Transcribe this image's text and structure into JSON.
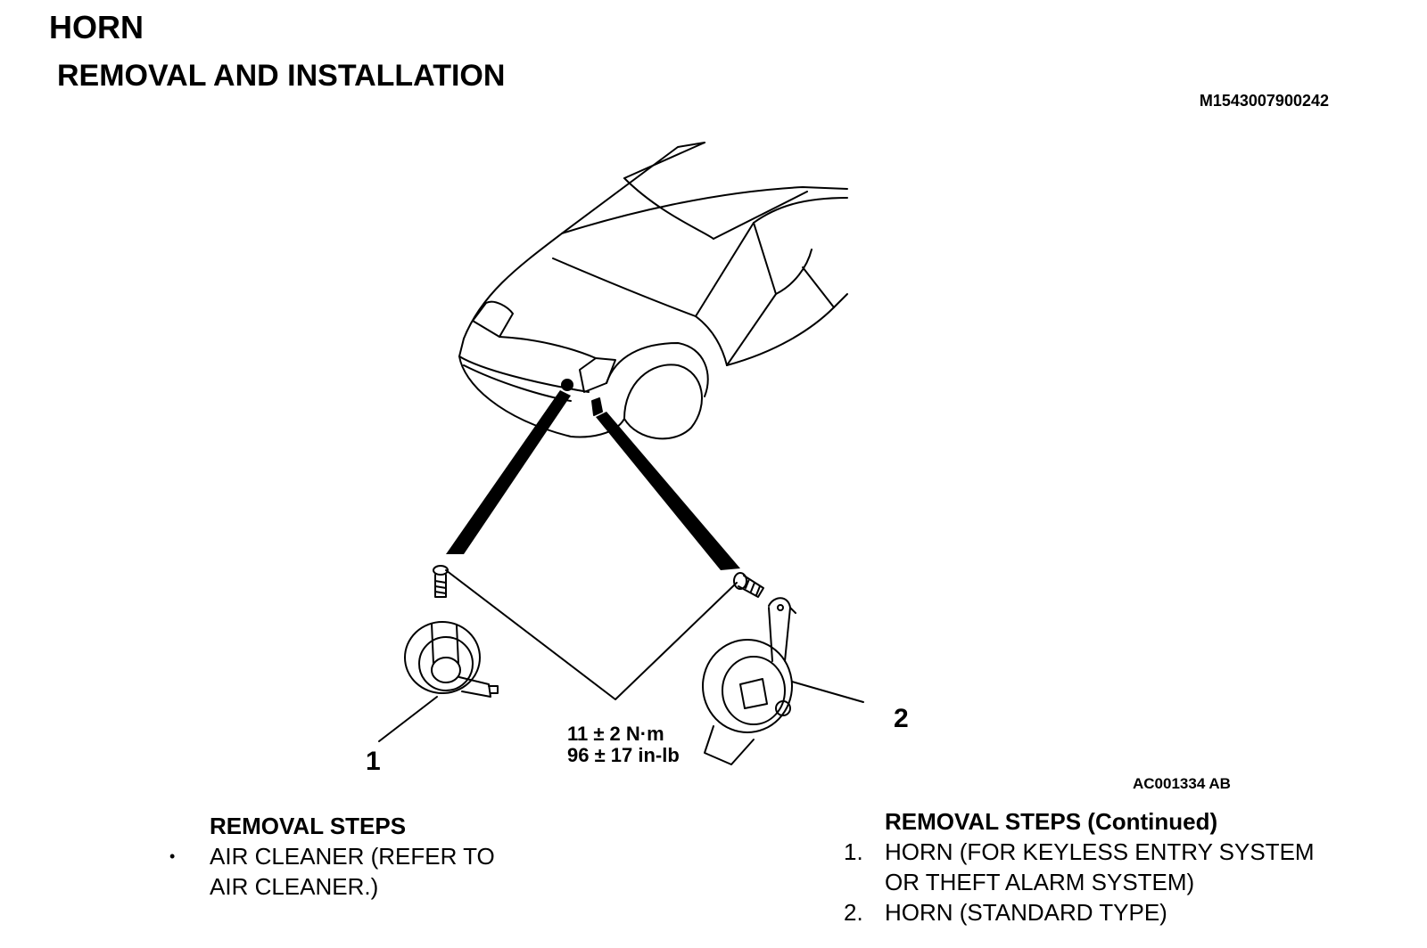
{
  "header": {
    "section": "HORN",
    "title": "REMOVAL AND INSTALLATION",
    "doc_id": "M1543007900242"
  },
  "figure": {
    "figure_id": "AC001334 AB",
    "callout_1": "1",
    "callout_2": "2",
    "torque_nm": "11 ± 2 N·m",
    "torque_inlb": "96 ± 17 in-lb"
  },
  "removal_steps": {
    "heading": "REMOVAL STEPS",
    "items": [
      {
        "marker": "•",
        "lines": [
          "AIR CLEANER (REFER TO",
          "AIR CLEANER.)"
        ]
      }
    ]
  },
  "removal_steps_continued": {
    "heading": "REMOVAL STEPS (Continued)",
    "items": [
      {
        "marker": "1.",
        "lines": [
          "HORN (FOR KEYLESS ENTRY SYSTEM",
          "OR THEFT ALARM SYSTEM)"
        ]
      },
      {
        "marker": "2.",
        "lines": [
          "HORN (STANDARD TYPE)"
        ]
      }
    ]
  }
}
